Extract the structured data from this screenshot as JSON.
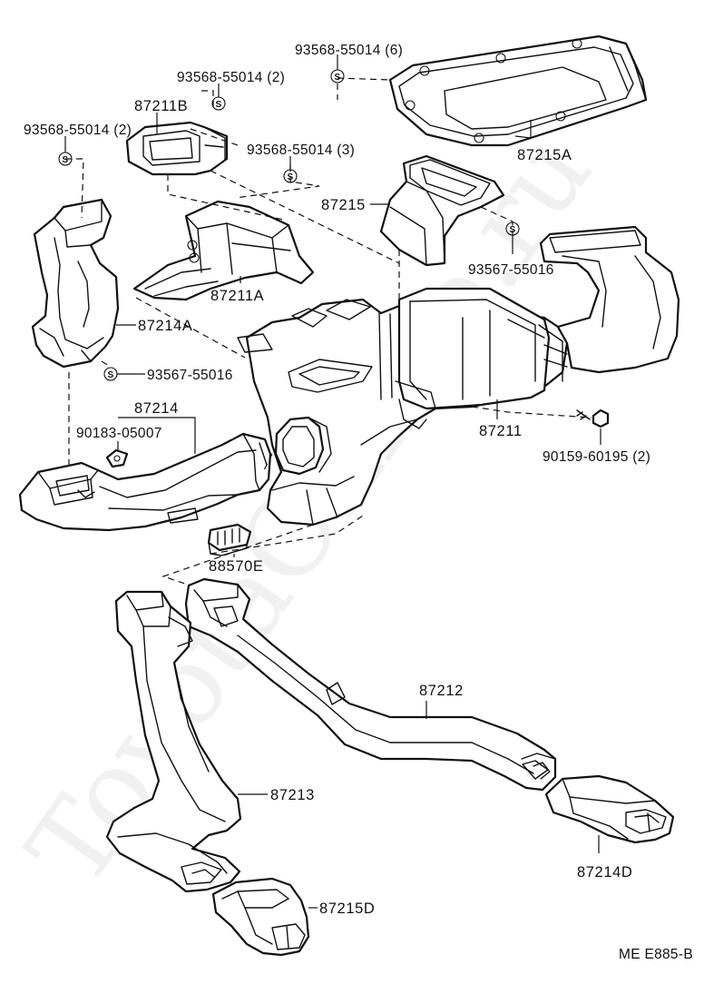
{
  "watermark": "ToyotaOnline.ru",
  "diagram_code": "ME E885-B",
  "symbol_letter": "S",
  "labels": {
    "p93568_6": "93568-55014 (6)",
    "p93568_2a": "93568-55014 (2)",
    "p93568_2b": "93568-55014 (2)",
    "p93568_3": "93568-55014 (3)",
    "p87211B": "87211B",
    "p87215A": "87215A",
    "p87215": "87215",
    "p87211A": "87211A",
    "p87214A": "87214A",
    "p93567_a": "93567-55016",
    "p93567_b": "93567-55016",
    "p87214": "87214",
    "p90183": "90183-05007",
    "p87211": "87211",
    "p90159": "90159-60195 (2)",
    "p88570E": "88570E",
    "p87212": "87212",
    "p87213": "87213",
    "p87214D": "87214D",
    "p87215D": "87215D"
  }
}
